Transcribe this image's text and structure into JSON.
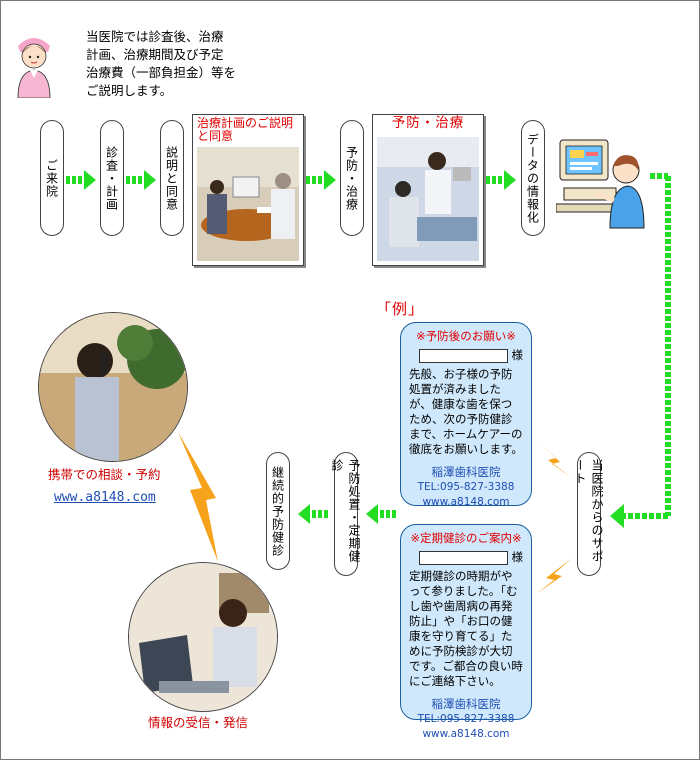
{
  "intro": [
    "当医院では診査後、治療",
    "計画、治療期間及び予定",
    "治療費（一部負担金）等を",
    "ご説明します。"
  ],
  "steps": {
    "visit": "ご来院",
    "exam": "診査・計画",
    "explain": "説明と同意",
    "treat": "予防・治療",
    "data": "データの情報化",
    "support": "当医院からのサポート",
    "followup": "予防処置・定期健診",
    "continue": "継続的予防健診"
  },
  "photos": {
    "plan_caption": "治療計画のご説明と同意",
    "treat_caption": "予防・治療"
  },
  "example_label": "「例」",
  "card1": {
    "title": "※予防後のお願い※",
    "honorific": "様",
    "body": "先般、お子様の予防処置が済みましたが、健康な歯を保つため、次の予防健診まで、ホームケアーの徹底をお願いします。",
    "clinic": "稲澤歯科医院",
    "tel": "TEL:095-827-3388",
    "web": "www.a8148.com"
  },
  "card2": {
    "title": "※定期健診のご案内※",
    "honorific": "様",
    "body": "定期健診の時期がやって参りました。「むし歯や歯周病の再発防止」や「お口の健康を守り育てる」ために予防検診が大切です。ご都合の良い時にご連絡下さい。",
    "clinic": "稲澤歯科医院",
    "tel": "TEL:095-827-3388",
    "web": "www.a8148.com"
  },
  "left": {
    "phone_label": "携帯での相談・予約",
    "url": "www.a8148.com",
    "info_label": "情報の受信・発信"
  },
  "colors": {
    "arrow": "#22dd22",
    "accent_red": "#e00000",
    "link_blue": "#1f4eb3",
    "card_bg": "#cfe8fb"
  }
}
